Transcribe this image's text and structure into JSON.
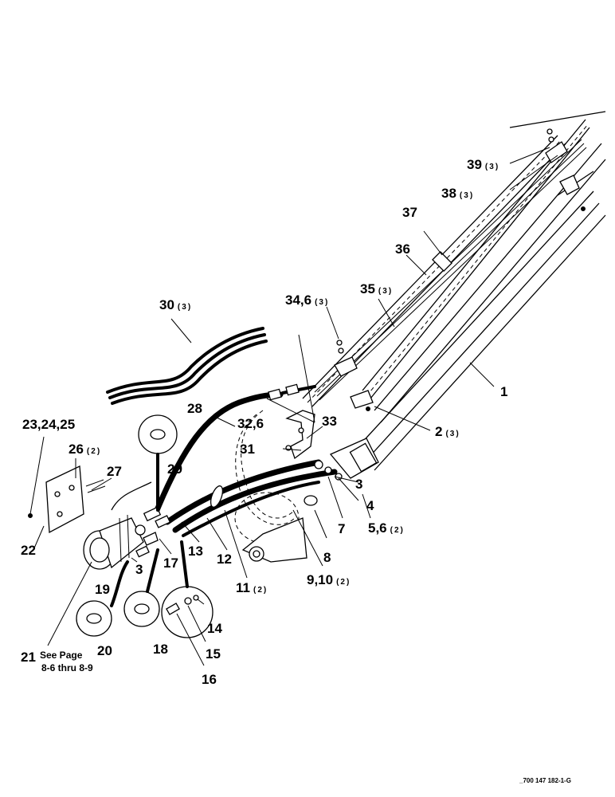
{
  "callouts": [
    {
      "id": "c1",
      "num": "1",
      "qty": ""
    },
    {
      "id": "c2",
      "num": "2",
      "qty": "(3)"
    },
    {
      "id": "c3a",
      "num": "3",
      "qty": ""
    },
    {
      "id": "c3b",
      "num": "3",
      "qty": ""
    },
    {
      "id": "c4",
      "num": "4",
      "qty": ""
    },
    {
      "id": "c56",
      "num": "5,6",
      "qty": "(2)"
    },
    {
      "id": "c7",
      "num": "7",
      "qty": ""
    },
    {
      "id": "c8",
      "num": "8",
      "qty": ""
    },
    {
      "id": "c910",
      "num": "9,10",
      "qty": "(2)"
    },
    {
      "id": "c11",
      "num": "11",
      "qty": "(2)"
    },
    {
      "id": "c12",
      "num": "12",
      "qty": ""
    },
    {
      "id": "c13",
      "num": "13",
      "qty": ""
    },
    {
      "id": "c14",
      "num": "14",
      "qty": ""
    },
    {
      "id": "c15",
      "num": "15",
      "qty": ""
    },
    {
      "id": "c16",
      "num": "16",
      "qty": ""
    },
    {
      "id": "c17",
      "num": "17",
      "qty": ""
    },
    {
      "id": "c18",
      "num": "18",
      "qty": ""
    },
    {
      "id": "c19",
      "num": "19",
      "qty": ""
    },
    {
      "id": "c20",
      "num": "20",
      "qty": ""
    },
    {
      "id": "c21",
      "num": "21",
      "qty": ""
    },
    {
      "id": "c22",
      "num": "22",
      "qty": ""
    },
    {
      "id": "c232425",
      "num": "23,24,25",
      "qty": ""
    },
    {
      "id": "c26",
      "num": "26",
      "qty": "(2)"
    },
    {
      "id": "c27",
      "num": "27",
      "qty": ""
    },
    {
      "id": "c28",
      "num": "28",
      "qty": ""
    },
    {
      "id": "c29",
      "num": "29",
      "qty": ""
    },
    {
      "id": "c30",
      "num": "30",
      "qty": "(3)"
    },
    {
      "id": "c31",
      "num": "31",
      "qty": ""
    },
    {
      "id": "c326",
      "num": "32,6",
      "qty": ""
    },
    {
      "id": "c33",
      "num": "33",
      "qty": ""
    },
    {
      "id": "c346",
      "num": "34,6",
      "qty": "(3)"
    },
    {
      "id": "c35",
      "num": "35",
      "qty": "(3)"
    },
    {
      "id": "c36",
      "num": "36",
      "qty": ""
    },
    {
      "id": "c37",
      "num": "37",
      "qty": ""
    },
    {
      "id": "c38",
      "num": "38",
      "qty": "(3)"
    },
    {
      "id": "c39",
      "num": "39",
      "qty": "(3)"
    }
  ],
  "note": {
    "line1": "See Page",
    "line2": "8-6 thru 8-9"
  },
  "figure_id": "_700 147 182-1-G"
}
